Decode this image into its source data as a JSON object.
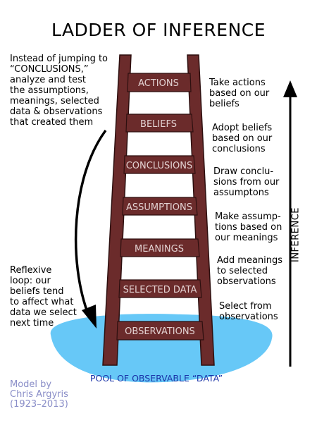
{
  "title": "LADDER OF INFERENCE",
  "left_note": [
    "Instead of jumping to",
    "“CONCLUSIONS,”",
    "analyze and test",
    "the assumptions,",
    "meanings, selected",
    "data & observations",
    "that created them"
  ],
  "loop_note": [
    "Reflexive",
    "loop: our",
    "beliefs tend",
    "to affect what",
    "data we select",
    "next time"
  ],
  "rungs": [
    "ACTIONS",
    "BELIEFS",
    "CONCLUSIONS",
    "ASSUMPTIONS",
    "MEANINGS",
    "SELECTED DATA",
    "OBSERVATIONS"
  ],
  "right_notes": [
    [
      "Take actions",
      "based on our",
      "beliefs"
    ],
    [
      "Adopt beliefs",
      "based on our",
      "conclusions"
    ],
    [
      "Draw conclu-",
      "sions from our",
      "assumptons"
    ],
    [
      "Make assump-",
      "tions based on",
      "our meanings"
    ],
    [
      "Add meanings",
      "to selected",
      "observations"
    ],
    [
      "Select from",
      "observations"
    ]
  ],
  "axis_label": "INFERENCE",
  "pool_label": "POOL OF OBSERVABLE “DATA”",
  "credit": [
    "Model by",
    "Chris Argyris",
    "(1923–2013)"
  ],
  "colors": {
    "ladder": "#6b2b2b",
    "pool": "#67c8f7",
    "pool_text": "#1a33a8",
    "credit": "#8a8ec8"
  }
}
